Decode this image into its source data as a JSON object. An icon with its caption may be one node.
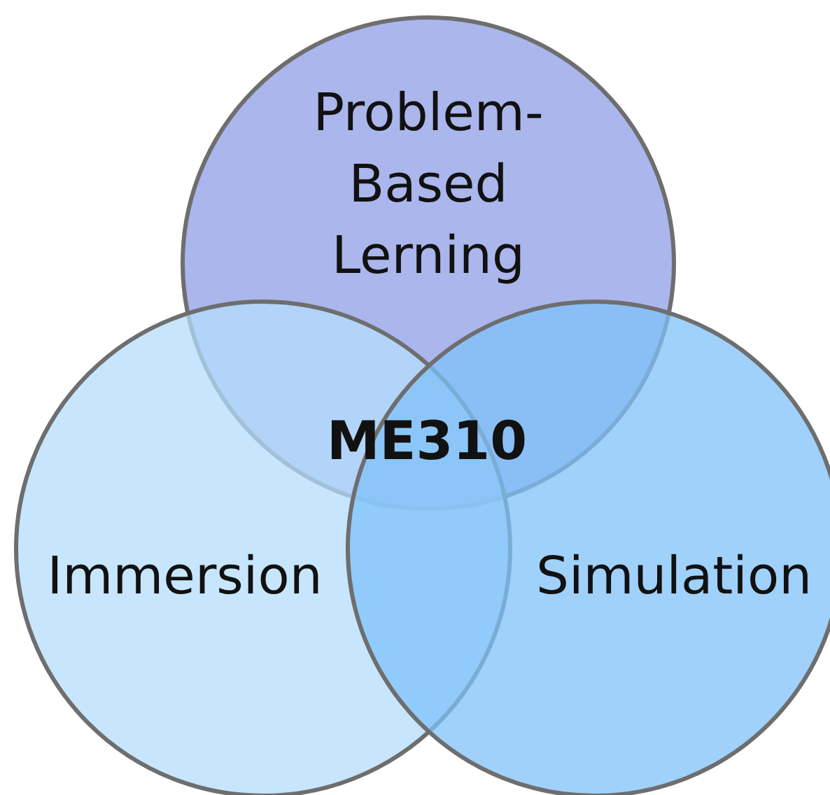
{
  "diagram": {
    "nodes": [
      {
        "text": [
          "Problem- Based Lerning"
        ]
      },
      {
        "text": [
          "Immersion"
        ]
      },
      {
        "text": [
          "Simulation"
        ]
      }
    ],
    "labels": [
      "ME310"
    ]
  }
}
